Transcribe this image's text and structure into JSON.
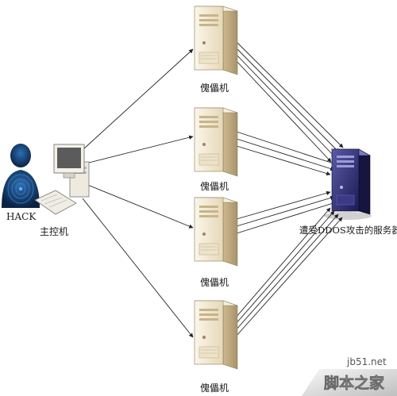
{
  "nodes": {
    "hacker": {
      "label": "HACK"
    },
    "master": {
      "label": "主控机"
    },
    "zombies": [
      {
        "label": "傀儡机"
      },
      {
        "label": "傀儡机"
      },
      {
        "label": "傀儡机"
      },
      {
        "label": "傀儡机"
      }
    ],
    "target": {
      "label": "遭受DDOS攻击的服务器"
    }
  },
  "watermark": {
    "site": "jb51.net",
    "brand": "脚本之家"
  },
  "colors": {
    "server_light": "#f2e9d6",
    "server_mid": "#e0d2b0",
    "server_dark": "#b9a57b",
    "target_blue": "#27276b",
    "hacker_blue": "#0f2d55",
    "line": "#222222"
  }
}
